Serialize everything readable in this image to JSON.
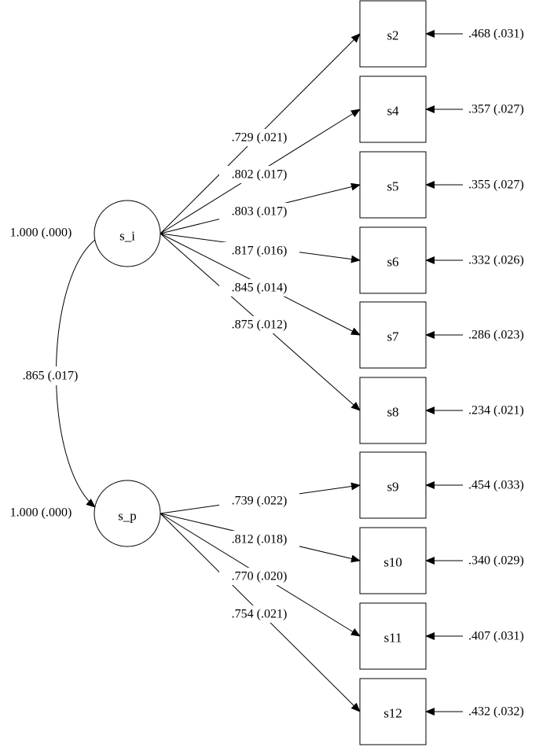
{
  "latent": [
    {
      "id": "s_i",
      "label": "s_i",
      "variance": "1.000 (.000)"
    },
    {
      "id": "s_p",
      "label": "s_p",
      "variance": "1.000 (.000)"
    }
  ],
  "covariance": {
    "from": "s_i",
    "to": "s_p",
    "label": ".865 (.017)"
  },
  "indicators": [
    {
      "id": "s2",
      "label": "s2",
      "factor": "s_i",
      "loading": ".729 (.021)",
      "residual": ".468 (.031)"
    },
    {
      "id": "s4",
      "label": "s4",
      "factor": "s_i",
      "loading": ".802 (.017)",
      "residual": ".357 (.027)"
    },
    {
      "id": "s5",
      "label": "s5",
      "factor": "s_i",
      "loading": ".803 (.017)",
      "residual": ".355 (.027)"
    },
    {
      "id": "s6",
      "label": "s6",
      "factor": "s_i",
      "loading": ".817 (.016)",
      "residual": ".332 (.026)"
    },
    {
      "id": "s7",
      "label": "s7",
      "factor": "s_i",
      "loading": ".845 (.014)",
      "residual": ".286 (.023)"
    },
    {
      "id": "s8",
      "label": "s8",
      "factor": "s_i",
      "loading": ".875 (.012)",
      "residual": ".234 (.021)"
    },
    {
      "id": "s9",
      "label": "s9",
      "factor": "s_p",
      "loading": ".739 (.022)",
      "residual": ".454 (.033)"
    },
    {
      "id": "s10",
      "label": "s10",
      "factor": "s_p",
      "loading": ".812 (.018)",
      "residual": ".340 (.029)"
    },
    {
      "id": "s11",
      "label": "s11",
      "factor": "s_p",
      "loading": ".770 (.020)",
      "residual": ".407 (.031)"
    },
    {
      "id": "s12",
      "label": "s12",
      "factor": "s_p",
      "loading": ".754 (.021)",
      "residual": ".432 (.032)"
    }
  ]
}
